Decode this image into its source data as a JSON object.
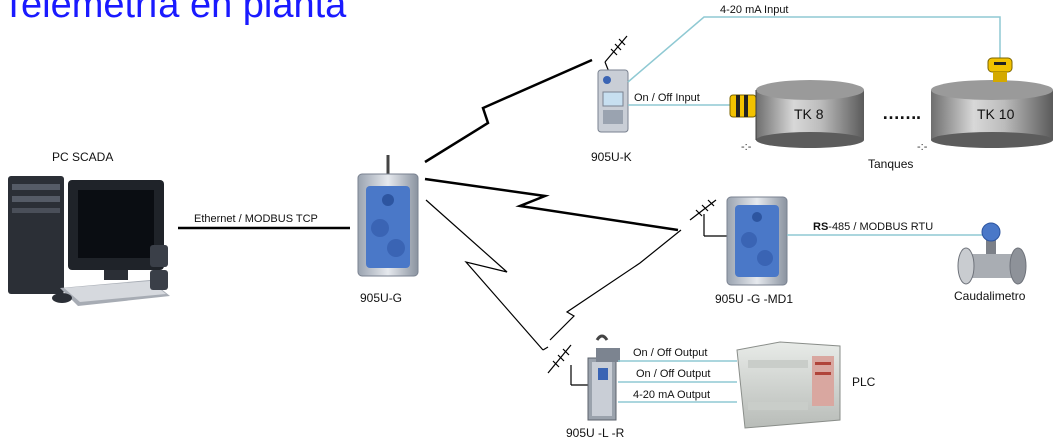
{
  "title": "Telemetría en planta",
  "nodes": {
    "pc": "PC SCADA",
    "gateway": "905U-G",
    "k": "905U-K",
    "md1": "905U -G -MD1",
    "lr": "905U -L -R",
    "tk8": "TK 8",
    "tk10": "TK 10",
    "tanques": "Tanques",
    "dots": "…….",
    "caudal": "Caudalimetro",
    "plc": "PLC"
  },
  "links": {
    "ethernet": "Ethernet / MODBUS TCP",
    "input420": "4-20 mA Input",
    "onoff_input": "On / Off  Input",
    "rs485_bold": "RS",
    "rs485_rest": "-485 / MODBUS RTU",
    "out1": "On / Off  Output",
    "out2": "On / Off Output",
    "out3": "4-20 mA Output"
  },
  "colors": {
    "title": "#1a1aff",
    "signal_line": "#8fc9d3",
    "radio_line": "#000000",
    "modem_blue": "#4a78c8"
  }
}
